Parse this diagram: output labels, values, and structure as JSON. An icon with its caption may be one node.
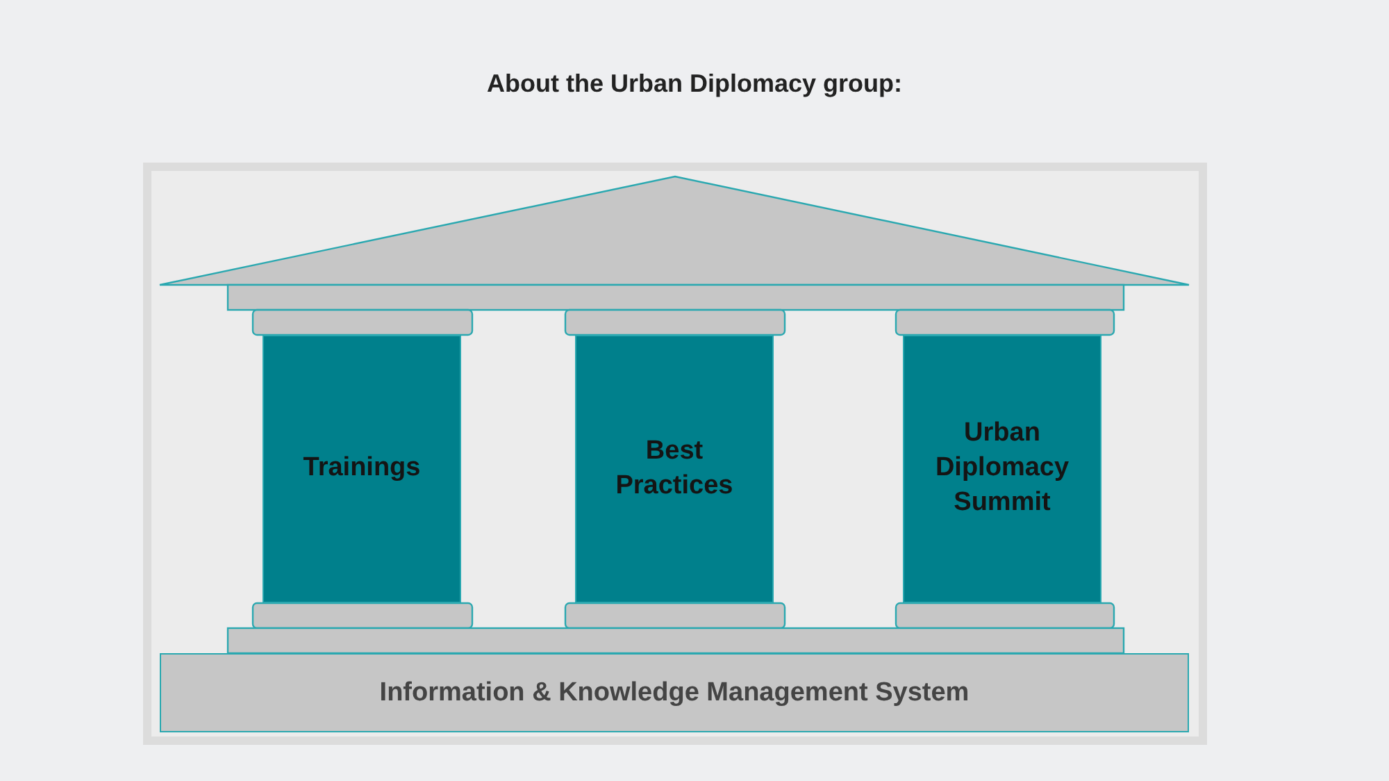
{
  "diagram": {
    "title": "About the Urban Diplomacy group:",
    "nodes": [
      {
        "text": [
          "Trainings"
        ]
      },
      {
        "text": [
          "Best Practices"
        ]
      },
      {
        "text": [
          "Urban Diplomacy Summit"
        ]
      },
      {
        "text": [
          "Information & Knowledge Management System"
        ]
      }
    ]
  }
}
